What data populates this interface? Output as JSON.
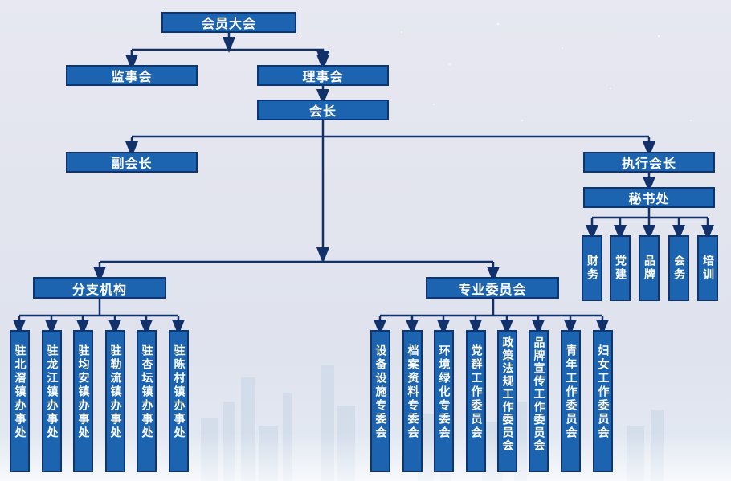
{
  "chart_data": {
    "type": "org-chart",
    "nodes": [
      {
        "id": "general-assembly",
        "label": "会员大会"
      },
      {
        "id": "supervisory-board",
        "label": "监事会",
        "parent": "general-assembly"
      },
      {
        "id": "council",
        "label": "理事会",
        "parent": "general-assembly"
      },
      {
        "id": "president",
        "label": "会长",
        "parent": "council"
      },
      {
        "id": "vice-president",
        "label": "副会长",
        "parent": "president"
      },
      {
        "id": "executive-president",
        "label": "执行会长",
        "parent": "president"
      },
      {
        "id": "secretariat",
        "label": "秘书处",
        "parent": "executive-president"
      },
      {
        "id": "finance",
        "label": "财务",
        "parent": "secretariat"
      },
      {
        "id": "party-building",
        "label": "党建",
        "parent": "secretariat"
      },
      {
        "id": "brand",
        "label": "品牌",
        "parent": "secretariat"
      },
      {
        "id": "affairs",
        "label": "会务",
        "parent": "secretariat"
      },
      {
        "id": "training",
        "label": "培训",
        "parent": "secretariat"
      },
      {
        "id": "branches",
        "label": "分支机构",
        "parent": "president"
      },
      {
        "id": "committees",
        "label": "专业委员会",
        "parent": "president"
      },
      {
        "id": "br-beijiao",
        "label": "驻北滘镇办事处",
        "parent": "branches"
      },
      {
        "id": "br-longjiang",
        "label": "驻龙江镇办事处",
        "parent": "branches"
      },
      {
        "id": "br-junan",
        "label": "驻均安镇办事处",
        "parent": "branches"
      },
      {
        "id": "br-leliu",
        "label": "驻勒流镇办事处",
        "parent": "branches"
      },
      {
        "id": "br-xingtan",
        "label": "驻杏坛镇办事处",
        "parent": "branches"
      },
      {
        "id": "br-chencun",
        "label": "驻陈村镇办事处",
        "parent": "branches"
      },
      {
        "id": "cm-facilities",
        "label": "设备设施专委会",
        "parent": "committees"
      },
      {
        "id": "cm-archives",
        "label": "档案资料专委会",
        "parent": "committees"
      },
      {
        "id": "cm-green",
        "label": "环境绿化专委会",
        "parent": "committees"
      },
      {
        "id": "cm-party",
        "label": "党群工作委员会",
        "parent": "committees"
      },
      {
        "id": "cm-policy",
        "label": "政策法规工作委员会",
        "parent": "committees"
      },
      {
        "id": "cm-brand",
        "label": "品牌宣传工作委员会",
        "parent": "committees"
      },
      {
        "id": "cm-youth",
        "label": "青年工作委员会",
        "parent": "committees"
      },
      {
        "id": "cm-women",
        "label": "妇女工作委员会",
        "parent": "committees"
      }
    ]
  },
  "colors": {
    "box_fill": "#1c64b0",
    "box_border": "#0f3472",
    "box_text": "#ffffff",
    "connector": "#12306a"
  }
}
